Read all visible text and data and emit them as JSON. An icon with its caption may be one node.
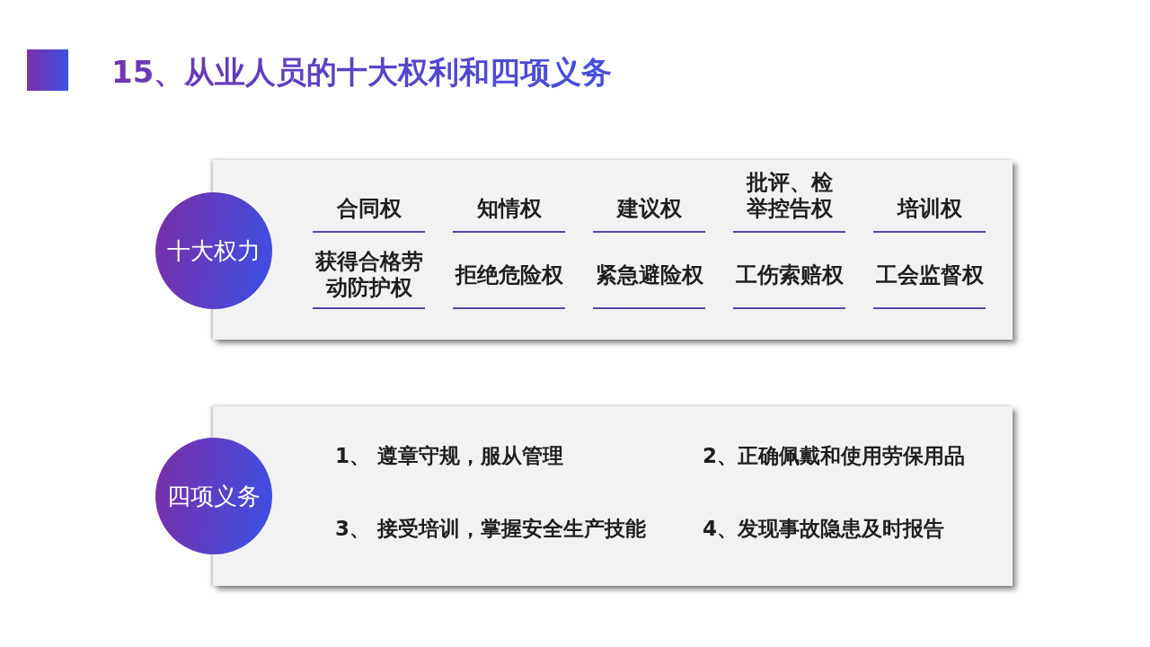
{
  "diagram": {
    "title": "15、从业人员的十大权利和四项义务",
    "nodes": [
      {
        "text": [
          "十大权力"
        ]
      },
      {
        "text": [
          "合同权",
          "知情权",
          "建议权",
          "批评、检举控告权",
          "培训权",
          "获得合格劳动防护权",
          "拒绝危险权",
          "紧急避险权",
          "工伤索赔权",
          "工会监督权"
        ]
      },
      {
        "text": [
          "四项义务"
        ]
      },
      {
        "text": [
          "1、 遵章守规，服从管理",
          "2、正确佩戴和使用劳保用品",
          "3、 接受培训，掌握安全生产技能",
          "4、发现事故隐患及时报告"
        ]
      }
    ]
  }
}
